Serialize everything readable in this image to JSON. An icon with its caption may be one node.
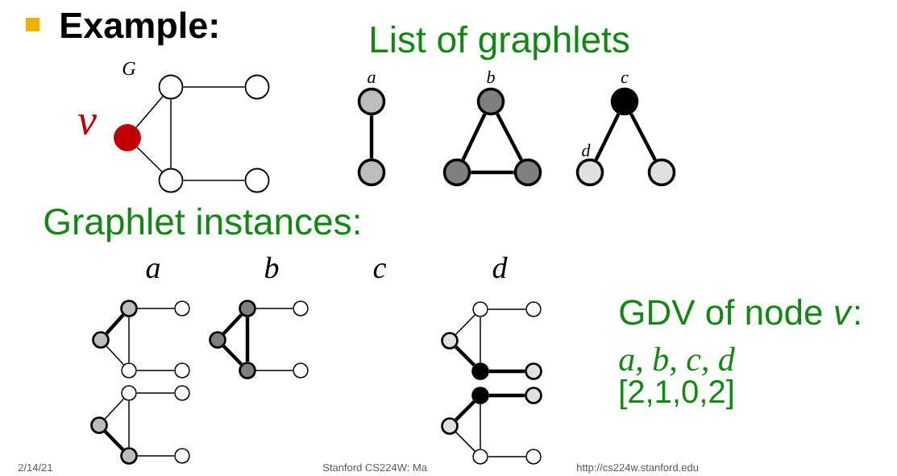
{
  "diagram": {
    "title": "Example:",
    "nodes": [
      {
        "text": [],
        "shape": "circle",
        "beside": [
          "v"
        ]
      },
      {
        "text": [],
        "shape": "circle"
      },
      {
        "text": [],
        "shape": "circle"
      },
      {
        "text": [],
        "shape": "circle"
      },
      {
        "text": [],
        "shape": "circle"
      },
      {
        "text": [],
        "shape": "circle",
        "beside": [
          "a"
        ]
      },
      {
        "text": [],
        "shape": "circle"
      },
      {
        "text": [],
        "shape": "circle",
        "beside": [
          "b"
        ]
      },
      {
        "text": [],
        "shape": "circle"
      },
      {
        "text": [],
        "shape": "circle"
      },
      {
        "text": [],
        "shape": "circle",
        "beside": [
          "c"
        ]
      },
      {
        "text": [],
        "shape": "circle",
        "beside": [
          "d"
        ]
      },
      {
        "text": [],
        "shape": "circle"
      },
      {
        "text": [],
        "shape": "circle"
      },
      {
        "text": [],
        "shape": "circle"
      },
      {
        "text": [],
        "shape": "circle"
      },
      {
        "text": [],
        "shape": "circle"
      },
      {
        "text": [],
        "shape": "circle"
      },
      {
        "text": [],
        "shape": "circle"
      },
      {
        "text": [],
        "shape": "circle"
      },
      {
        "text": [],
        "shape": "circle"
      },
      {
        "text": [],
        "shape": "circle"
      },
      {
        "text": [],
        "shape": "circle"
      },
      {
        "text": [],
        "shape": "circle"
      },
      {
        "text": [],
        "shape": "circle"
      },
      {
        "text": [],
        "shape": "circle"
      },
      {
        "text": [],
        "shape": "circle"
      },
      {
        "text": [],
        "shape": "circle"
      },
      {
        "text": [],
        "shape": "circle"
      },
      {
        "text": [],
        "shape": "circle"
      },
      {
        "text": [],
        "shape": "circle"
      },
      {
        "text": [],
        "shape": "circle"
      },
      {
        "text": [],
        "shape": "circle"
      },
      {
        "text": [],
        "shape": "circle"
      },
      {
        "text": [],
        "shape": "circle"
      },
      {
        "text": [],
        "shape": "circle"
      },
      {
        "text": [],
        "shape": "circle"
      },
      {
        "text": [],
        "shape": "circle"
      }
    ],
    "edges": [
      {
        "from": 0,
        "to": 1,
        "arrow": "none"
      },
      {
        "from": 0,
        "to": 3,
        "arrow": "none"
      },
      {
        "from": 1,
        "to": 3,
        "arrow": "none"
      },
      {
        "from": 1,
        "to": 2,
        "arrow": "none"
      },
      {
        "from": 3,
        "to": 4,
        "arrow": "none"
      },
      {
        "from": 5,
        "to": 6,
        "arrow": "none",
        "style": "thick"
      },
      {
        "from": 7,
        "to": 8,
        "arrow": "none",
        "style": "thick"
      },
      {
        "from": 7,
        "to": 9,
        "arrow": "none",
        "style": "thick"
      },
      {
        "from": 8,
        "to": 9,
        "arrow": "none",
        "style": "thick"
      },
      {
        "from": 10,
        "to": 11,
        "arrow": "none",
        "style": "thick"
      },
      {
        "from": 10,
        "to": 12,
        "arrow": "none",
        "style": "thick"
      },
      {
        "from": 13,
        "to": 14,
        "arrow": "none",
        "style": "thick"
      },
      {
        "from": 13,
        "to": 16,
        "arrow": "none"
      },
      {
        "from": 14,
        "to": 16,
        "arrow": "none"
      },
      {
        "from": 14,
        "to": 15,
        "arrow": "none"
      },
      {
        "from": 16,
        "to": 17,
        "arrow": "none"
      },
      {
        "from": 18,
        "to": 19,
        "arrow": "none",
        "style": "thick"
      },
      {
        "from": 18,
        "to": 21,
        "arrow": "none",
        "style": "thick"
      },
      {
        "from": 19,
        "to": 21,
        "arrow": "none",
        "style": "thick"
      },
      {
        "from": 19,
        "to": 20,
        "arrow": "none"
      },
      {
        "from": 21,
        "to": 22,
        "arrow": "none"
      },
      {
        "from": 23,
        "to": 24,
        "arrow": "none"
      },
      {
        "from": 23,
        "to": 26,
        "arrow": "none",
        "style": "thick"
      },
      {
        "from": 24,
        "to": 26,
        "arrow": "none"
      },
      {
        "from": 24,
        "to": 25,
        "arrow": "none"
      },
      {
        "from": 26,
        "to": 27,
        "arrow": "none",
        "style": "thick"
      },
      {
        "from": 28,
        "to": 29,
        "arrow": "none"
      },
      {
        "from": 28,
        "to": 31,
        "arrow": "none",
        "style": "thick"
      },
      {
        "from": 29,
        "to": 31,
        "arrow": "none"
      },
      {
        "from": 29,
        "to": 30,
        "arrow": "none"
      },
      {
        "from": 31,
        "to": 32,
        "arrow": "none"
      },
      {
        "from": 33,
        "to": 34,
        "arrow": "none",
        "style": "thick"
      },
      {
        "from": 33,
        "to": 36,
        "arrow": "none"
      },
      {
        "from": 34,
        "to": 36,
        "arrow": "none"
      },
      {
        "from": 34,
        "to": 35,
        "arrow": "none",
        "style": "thick"
      },
      {
        "from": 36,
        "to": 37,
        "arrow": "none"
      }
    ],
    "labels": [
      "List of graphlets",
      "G",
      "Graphlet instances:",
      "a",
      "b",
      "c",
      "d",
      "GDV of node *v*:",
      "a, b, c, d",
      "[2,1,0,2]",
      "2/14/21",
      "Stanford CS224W: Ma",
      "http://cs224w.stanford.edu"
    ]
  }
}
